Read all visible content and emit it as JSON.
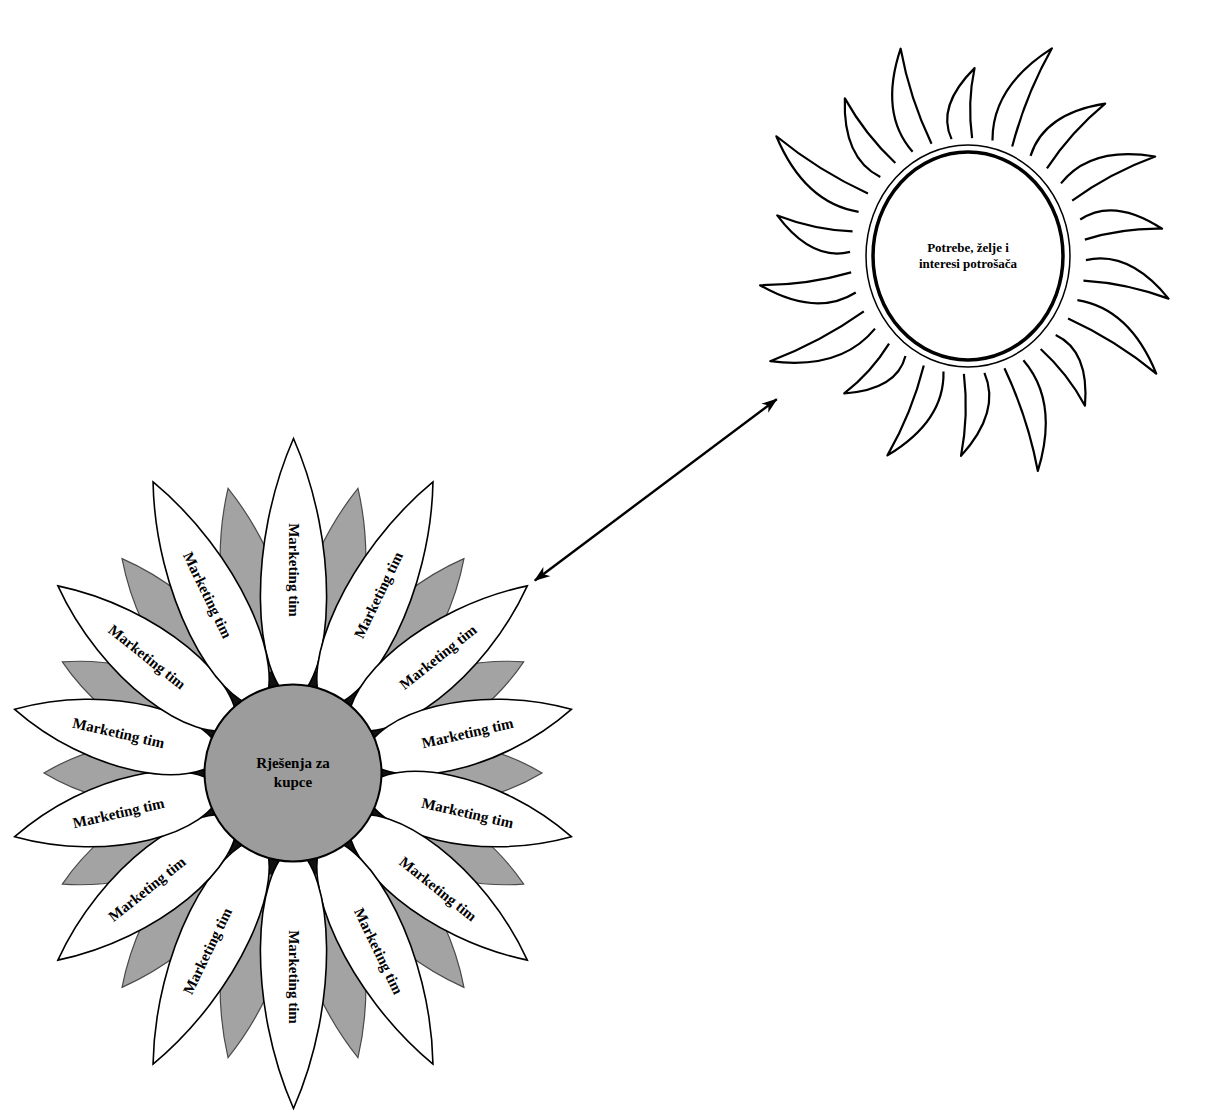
{
  "diagram": {
    "nodes": [
      {
        "text": [
          "Potrebe, želje i interesi potrošača"
        ]
      },
      {
        "text": [
          "Rješenja za kupce"
        ]
      },
      {
        "text": [
          "Marketing tim"
        ]
      },
      {
        "text": [
          "Marketing tim"
        ]
      },
      {
        "text": [
          "Marketing tim"
        ]
      },
      {
        "text": [
          "Marketing tim"
        ]
      },
      {
        "text": [
          "Marketing tim"
        ]
      },
      {
        "text": [
          "Marketing tim"
        ]
      },
      {
        "text": [
          "Marketing tim"
        ]
      },
      {
        "text": [
          "Marketing tim"
        ]
      },
      {
        "text": [
          "Marketing tim"
        ]
      },
      {
        "text": [
          "Marketing tim"
        ]
      },
      {
        "text": [
          "Marketing tim"
        ]
      },
      {
        "text": [
          "Marketing tim"
        ]
      },
      {
        "text": [
          "Marketing tim"
        ]
      },
      {
        "text": [
          "Marketing tim"
        ]
      }
    ],
    "edges": [
      {
        "from": 0,
        "to": 4,
        "arrow": "both"
      }
    ]
  }
}
